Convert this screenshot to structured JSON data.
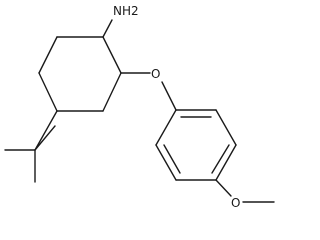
{
  "molecule": {
    "labels": {
      "amine": "NH2",
      "ether_oxygen": "O",
      "methoxy_oxygen": "O"
    }
  },
  "colors": {
    "bond": "#1a1a1a",
    "background": "#ffffff"
  }
}
